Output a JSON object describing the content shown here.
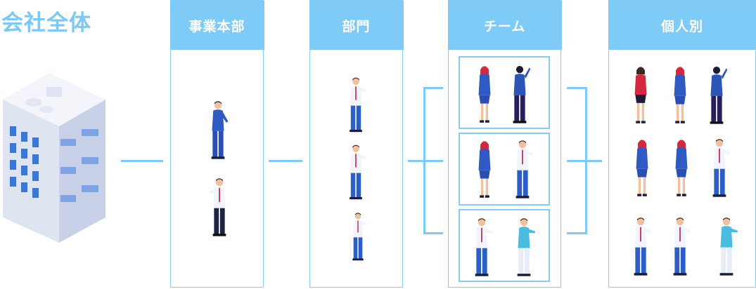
{
  "company": {
    "title": "会社全体"
  },
  "columns": [
    {
      "key": "division",
      "header": "事業本部"
    },
    {
      "key": "department",
      "header": "部門"
    },
    {
      "key": "team",
      "header": "チーム"
    },
    {
      "key": "individual",
      "header": "個人別"
    }
  ],
  "colors": {
    "accent": "#7ecbf8",
    "border": "#86ccf5",
    "building": "#e8ecf7",
    "window": "#3a78d8"
  },
  "icons": [
    "building-icon",
    "businessman-icon",
    "businesswoman-icon"
  ]
}
